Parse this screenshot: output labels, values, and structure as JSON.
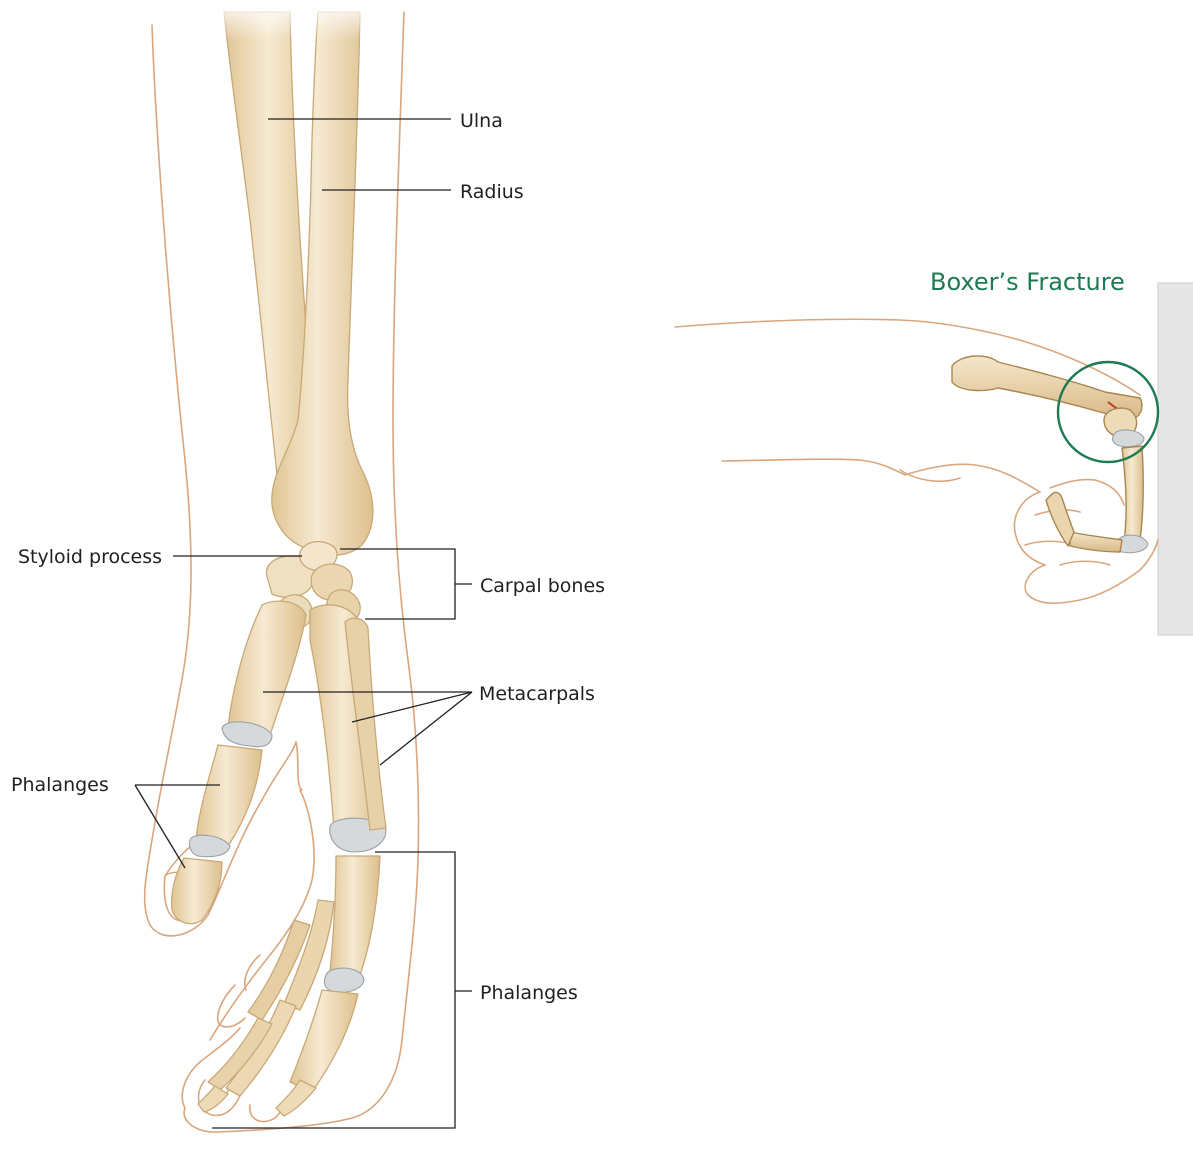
{
  "labels": {
    "ulna": "Ulna",
    "radius": "Radius",
    "styloid": "Styloid process",
    "carpal": "Carpal bones",
    "metacarpals": "Metacarpals",
    "phalanges_thumb": "Phalanges",
    "phalanges_fingers": "Phalanges"
  },
  "inset": {
    "title": "Boxer’s Fracture"
  },
  "colors": {
    "bone_fill": "#efdcbc",
    "bone_shade": "#e2c89c",
    "skin_outline": "#d9a67e",
    "accent_green": "#1e7a52",
    "wall": "#e6e6e6",
    "fracture_red": "#c0392b"
  }
}
